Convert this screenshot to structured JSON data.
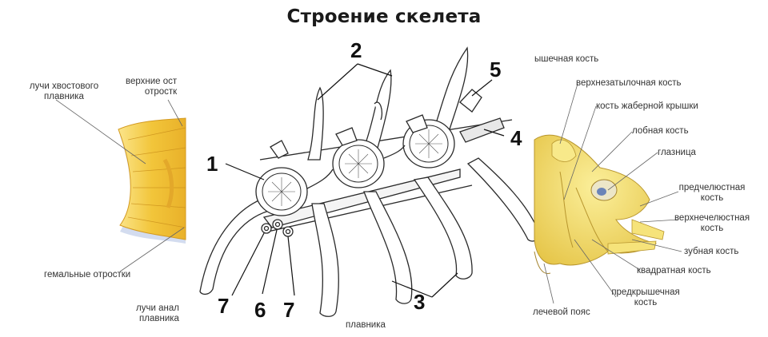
{
  "title": "Строение скелета",
  "tail_panel": {
    "labels": {
      "tail_fin_rays": "лучи хвостового\nплавника",
      "upper_processes": "верхние ост\nотростк",
      "hemal_processes": "гемальные отростки",
      "anal_fin_rays": "лучи анал\nплавника"
    },
    "colors": {
      "fin": "#f2c53a",
      "fin_light": "#fbe58a",
      "shadow": "#9fb4de"
    }
  },
  "vertebrae_panel": {
    "numbers": {
      "n1": "1",
      "n2": "2",
      "n3": "3",
      "n4": "4",
      "n5": "5",
      "n6": "6",
      "n7a": "7",
      "n7b": "7"
    },
    "cut_label": "плавника"
  },
  "skull_panel": {
    "labels": {
      "top_cut": "ышечная кость",
      "supraoccipital": "верхнезатылочная кость",
      "opercle": "кость жаберной крышки",
      "frontal": "лобная кость",
      "orbit": "глазница",
      "premaxilla": "предчелюстная\nкость",
      "maxilla": "верхнечелюстная\nкость",
      "dentary": "зубная кость",
      "quadrate": "квадратная кость",
      "preopercle": "предкрышечная\nкость",
      "pectoral_girdle": "лечевой пояс"
    },
    "colors": {
      "bone": "#f3de6a",
      "bone_dark": "#c9a93a",
      "eye": "#7a5a2a"
    }
  }
}
